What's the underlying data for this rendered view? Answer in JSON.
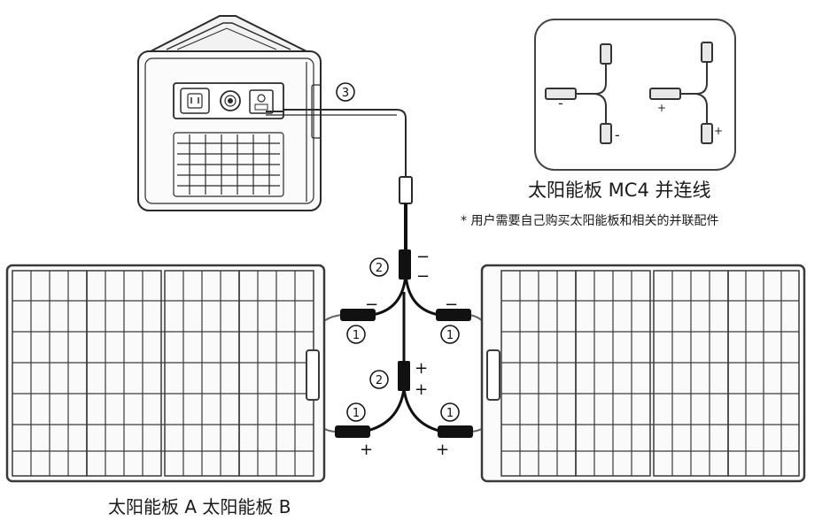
{
  "inset": {
    "title": "太阳能板 MC4 并连线",
    "note": "* 用户需要自己购买太阳能板和相关的并联配件",
    "left_pair": [
      "-",
      "-"
    ],
    "right_pair": [
      "+",
      "+"
    ]
  },
  "callouts": {
    "cable_3": "3",
    "branch_2_top": "2",
    "branch_2_bottom": "2",
    "lead_1": "1"
  },
  "polarity": {
    "minus": "−",
    "plus": "+"
  },
  "caption": "太阳能板 A 太阳能板 B",
  "colors": {
    "line": "#2a2a2a",
    "cable": "#111111",
    "panel_frame": "#3a3a3a",
    "inset_border": "#444444"
  }
}
